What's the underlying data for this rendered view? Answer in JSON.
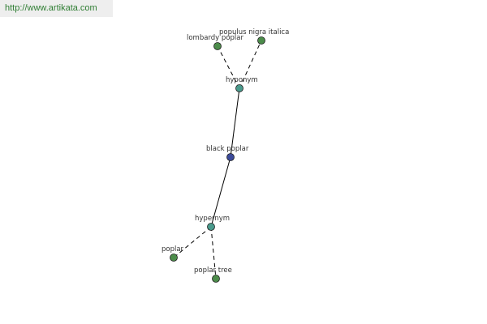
{
  "banner": {
    "url": "http://www.artikata.com"
  },
  "graph": {
    "nodes": [
      {
        "id": "center",
        "label": "black poplar",
        "kind": "center",
        "color": "#3b4a9a"
      },
      {
        "id": "hyponym",
        "label": "hyponym",
        "kind": "relation",
        "color": "#4a9a8c"
      },
      {
        "id": "hypernym",
        "label": "hypernym",
        "kind": "relation",
        "color": "#4a9a8c"
      },
      {
        "id": "lombardy",
        "label": "lombardy poplar",
        "kind": "leaf",
        "color": "#4c8c4a"
      },
      {
        "id": "populus",
        "label": "populus nigra italica",
        "kind": "leaf",
        "color": "#4c8c4a"
      },
      {
        "id": "poplar",
        "label": "poplar",
        "kind": "leaf",
        "color": "#4c8c4a"
      },
      {
        "id": "poplartree",
        "label": "poplar tree",
        "kind": "leaf",
        "color": "#4c8c4a"
      }
    ],
    "edges": [
      {
        "from": "center",
        "to": "hyponym",
        "style": "solid"
      },
      {
        "from": "center",
        "to": "hypernym",
        "style": "solid"
      },
      {
        "from": "hyponym",
        "to": "lombardy",
        "style": "dashed"
      },
      {
        "from": "hyponym",
        "to": "populus",
        "style": "dashed"
      },
      {
        "from": "hypernym",
        "to": "poplar",
        "style": "dashed"
      },
      {
        "from": "hypernym",
        "to": "poplartree",
        "style": "dashed"
      }
    ]
  }
}
